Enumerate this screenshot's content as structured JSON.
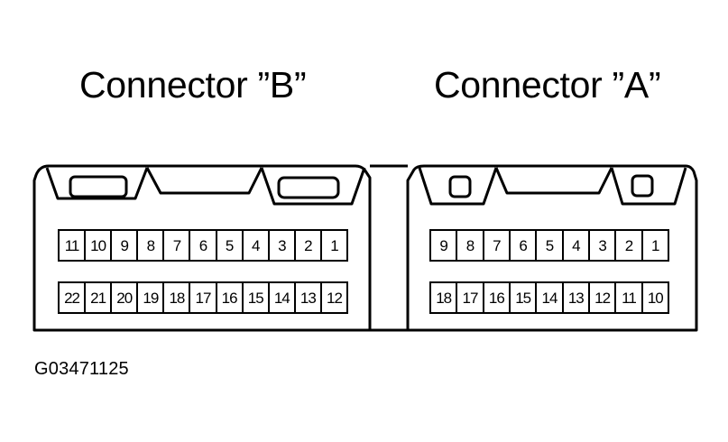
{
  "titles": {
    "connector_b": "Connector ”B”",
    "connector_a": "Connector ”A”"
  },
  "figure_code": "G03471125",
  "connector_b": {
    "top_row": [
      "11",
      "10",
      "9",
      "8",
      "7",
      "6",
      "5",
      "4",
      "3",
      "2",
      "1"
    ],
    "bottom_row": [
      "22",
      "21",
      "20",
      "19",
      "18",
      "17",
      "16",
      "15",
      "14",
      "13",
      "12"
    ]
  },
  "connector_a": {
    "top_row": [
      "9",
      "8",
      "7",
      "6",
      "5",
      "4",
      "3",
      "2",
      "1"
    ],
    "bottom_row": [
      "18",
      "17",
      "16",
      "15",
      "14",
      "13",
      "12",
      "11",
      "10"
    ]
  }
}
